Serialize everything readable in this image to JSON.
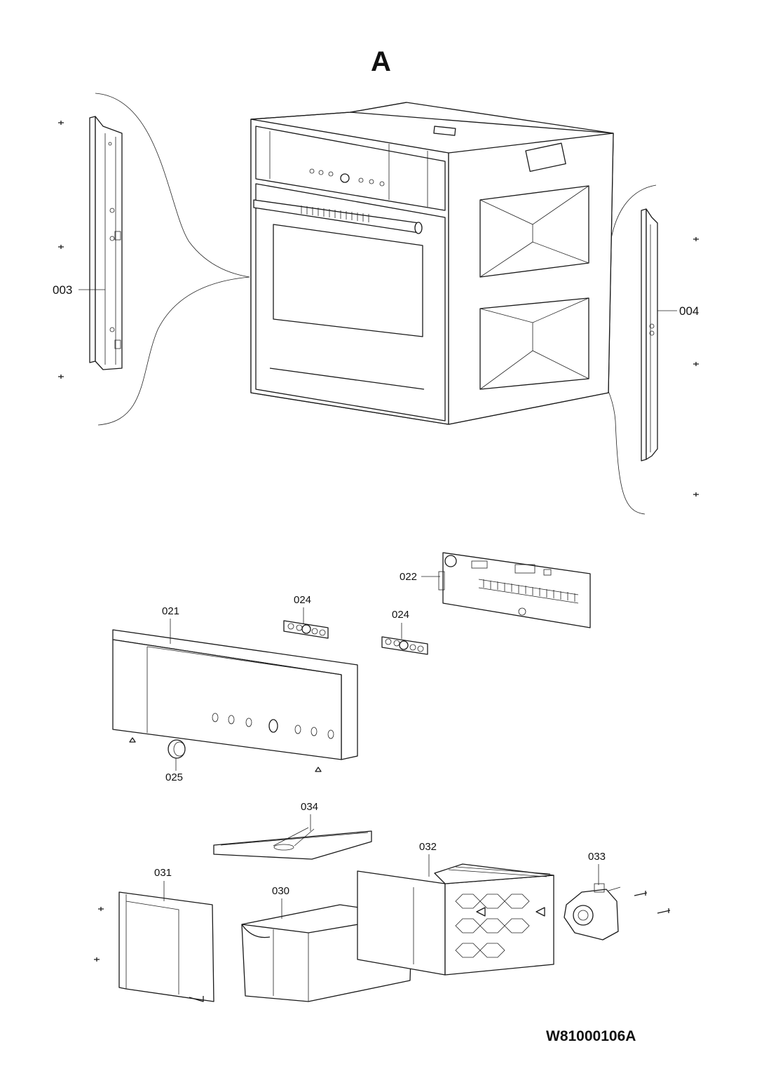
{
  "title": "A",
  "document_id": "W81000106A",
  "part_labels": {
    "p003": "003",
    "p004": "004",
    "p021": "021",
    "p022": "022",
    "p024a": "024",
    "p024b": "024",
    "p025": "025",
    "p030": "030",
    "p031": "031",
    "p032": "032",
    "p033": "033",
    "p034": "034"
  }
}
